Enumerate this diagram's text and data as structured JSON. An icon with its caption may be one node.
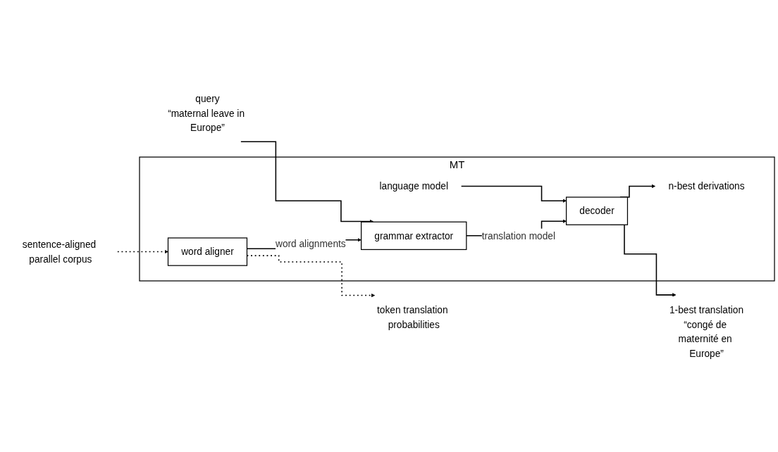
{
  "diagram": {
    "nodes": [
      {
        "text": [
          "MT"
        ]
      },
      {
        "text": [
          "word aligner"
        ],
        "in": 0
      },
      {
        "text": [
          "grammar extractor"
        ],
        "in": 0
      },
      {
        "text": [
          "decoder"
        ],
        "in": 0
      },
      {
        "text": [
          "sentence-aligned parallel corpus"
        ]
      },
      {
        "text": [
          "token translation probabilities"
        ]
      },
      {
        "text": [
          "query"
        ],
        "beside": [
          "“maternal leave in Europe”"
        ]
      },
      {
        "text": [
          "1-best translation"
        ],
        "beside": [
          "“congé de maternité en Europe”"
        ]
      },
      {
        "text": [
          "n-best derivations"
        ],
        "in": 0
      },
      {
        "text": [
          "language model"
        ],
        "in": 0
      }
    ],
    "edges": [
      {
        "from": 4,
        "to": 1,
        "arrow": "to",
        "style": "dashed"
      },
      {
        "from": 1,
        "to": 2,
        "arrow": "to",
        "label": "word alignments"
      },
      {
        "from": 1,
        "to": 5,
        "arrow": "to",
        "style": "dashed"
      },
      {
        "from": 6,
        "to": 2,
        "arrow": "to"
      },
      {
        "from": 2,
        "to": 3,
        "arrow": "to",
        "label": "translation model"
      },
      {
        "from": 9,
        "to": 3,
        "arrow": "to"
      },
      {
        "from": 3,
        "to": 7,
        "arrow": "to"
      },
      {
        "from": 3,
        "to": 8,
        "arrow": "to"
      }
    ]
  }
}
